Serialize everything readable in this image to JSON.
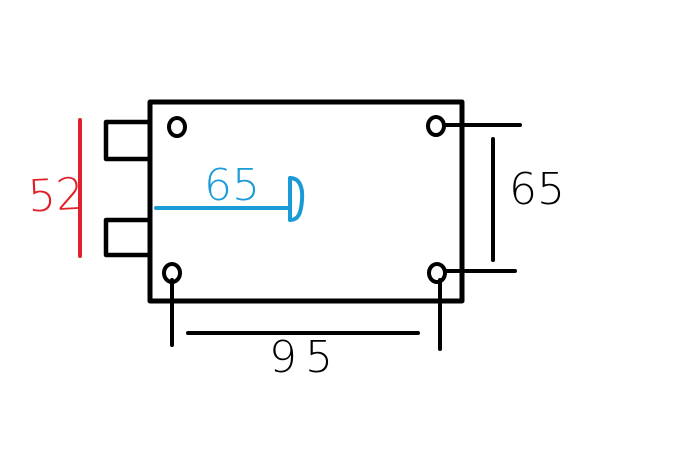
{
  "diagram": {
    "colors": {
      "outline": "#000000",
      "red_dimension": "#e0202a",
      "blue_dimension": "#1a9ad6",
      "background": "#ffffff"
    },
    "dimensions": {
      "left_height": {
        "label": "52",
        "color_key": "red_dimension"
      },
      "inner_blue": {
        "label": "65",
        "color_key": "blue_dimension"
      },
      "right_height": {
        "label": "65",
        "color_key": "outline"
      },
      "bottom_width": {
        "label": "95",
        "color_key": "outline"
      }
    },
    "parts": {
      "board": "rectangular-board",
      "connectors": 2,
      "mounting_holes": 4
    }
  }
}
